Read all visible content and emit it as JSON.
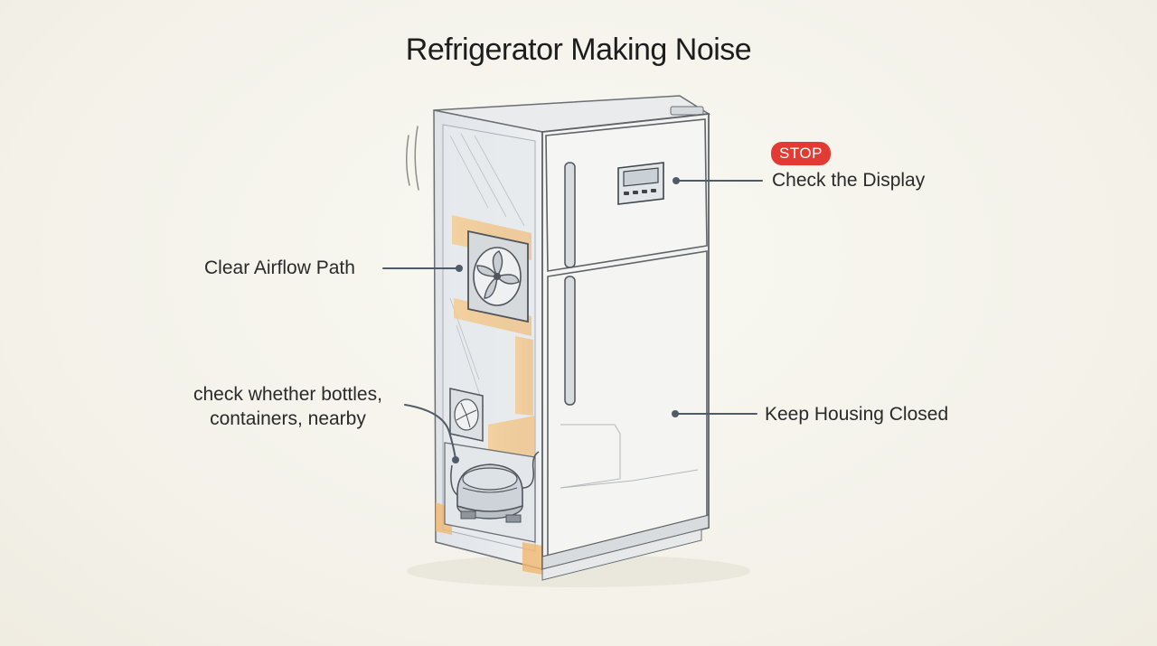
{
  "title": "Refrigerator Making Noise",
  "callouts": {
    "display": {
      "badge": "STOP",
      "label": "Check the Display"
    },
    "airflow": {
      "label": "Clear Airflow Path"
    },
    "bottles": {
      "line1": "check whether bottles,",
      "line2": "containers, nearby"
    },
    "housing": {
      "label": "Keep Housing Closed"
    }
  },
  "colors": {
    "badge": "#e13b34",
    "highlight": "#f2c58a",
    "sketch": "#6b6f74",
    "leader": "#4f5b66"
  }
}
